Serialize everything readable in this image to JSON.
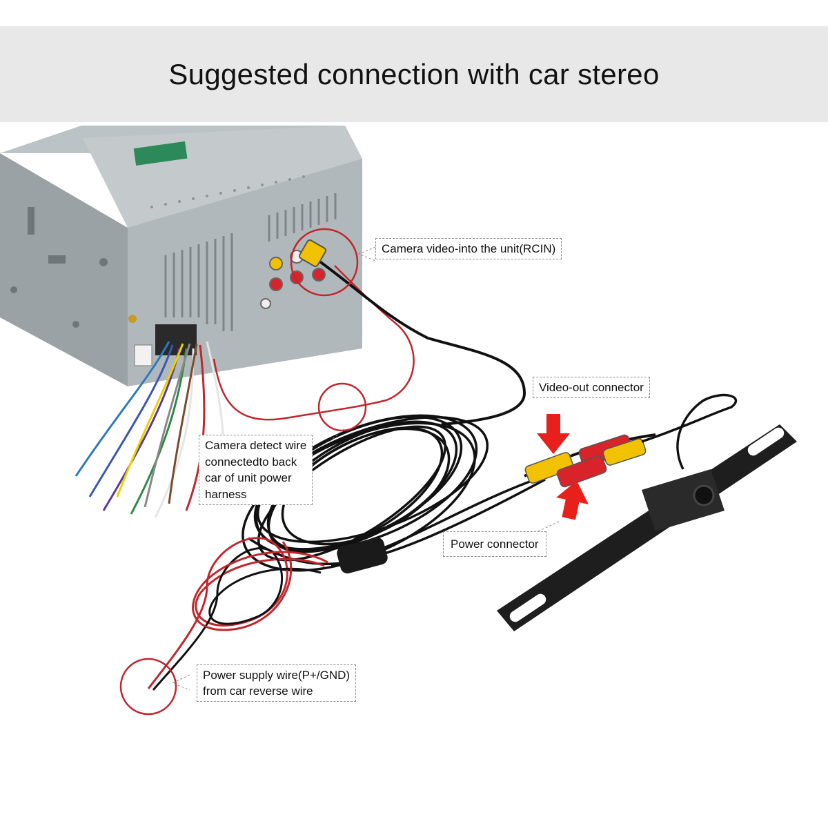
{
  "header": {
    "title": "Suggested connection with car stereo"
  },
  "callouts": {
    "camera_video": "Camera video-into the unit(RCIN)",
    "video_out": "Video-out connector",
    "camera_detect": [
      "Camera detect wire",
      "connectedto back",
      "car of unit power",
      "harness"
    ],
    "power_connector": "Power connector",
    "power_supply": [
      "Power supply wire(P+/GND)",
      "from car reverse wire"
    ]
  },
  "colors": {
    "header_bg": "#e8e8e8",
    "highlight_circle": "#c0262c",
    "arrow": "#e8201c",
    "rca_yellow": "#f2c200",
    "rca_red": "#d9232a",
    "cable": "#111111",
    "head_unit": "#a9b0b3"
  }
}
